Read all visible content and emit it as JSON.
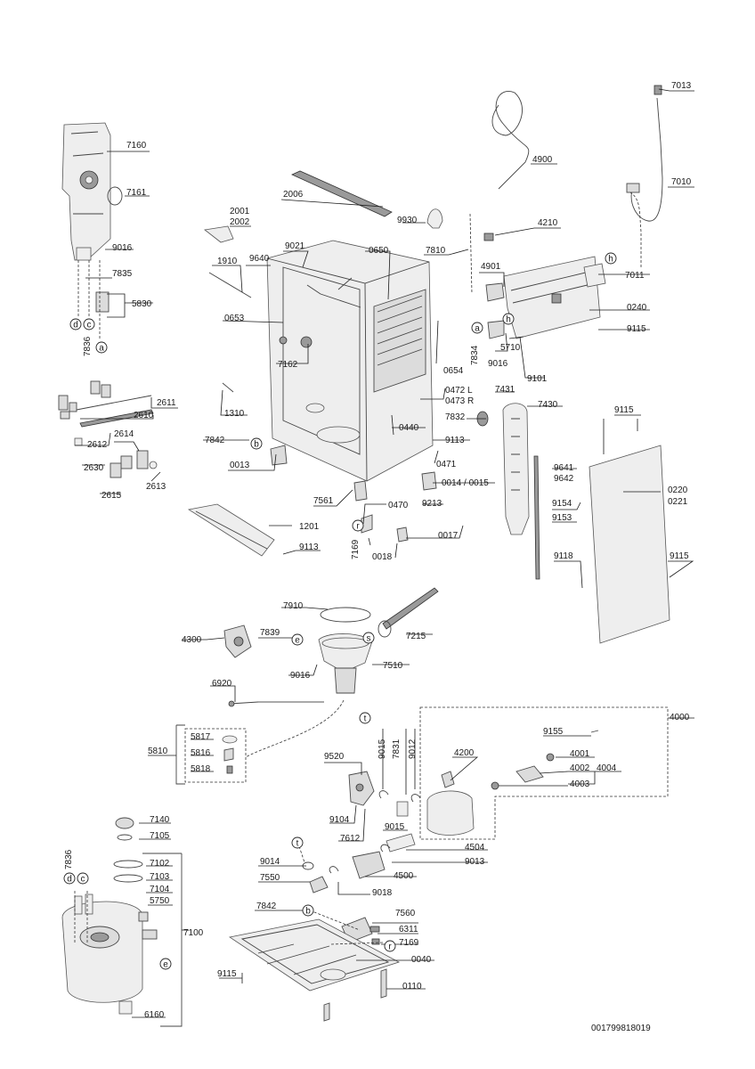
{
  "diagram_id": "001799818019",
  "callouts": {
    "c7013": "7013",
    "c4900": "4900",
    "c7010": "7010",
    "c7160": "7160",
    "c7161": "7161",
    "c2006": "2006",
    "c2001": "2001",
    "c2002": "2002",
    "c9930": "9930",
    "c4210": "4210",
    "c9016a": "9016",
    "c1910": "1910",
    "c9640": "9640",
    "c9021": "9021",
    "c0650": "0650",
    "c7810": "7810",
    "c4901": "4901",
    "c7011": "7011",
    "c7835": "7835",
    "c5830": "5830",
    "c0240": "0240",
    "c0653": "0653",
    "c5710": "5710",
    "c9115a": "9115",
    "c9016b": "9016",
    "c7836a": "7836",
    "c7834": "7834",
    "c7162": "7162",
    "c0654": "0654",
    "c9101": "9101",
    "c0472": "0472 L",
    "c0473": "0473 R",
    "c7431": "7431",
    "c7430": "7430",
    "c1310": "1310",
    "c2611": "2611",
    "c2610": "2610",
    "c7832": "7832",
    "c9115b": "9115",
    "c0440": "0440",
    "c9113a": "9113",
    "c2614": "2614",
    "c7842a": "7842",
    "c2612": "2612",
    "c0013": "0013",
    "c0471": "0471",
    "c9641": "9641",
    "c9642": "9642",
    "c2630": "2630",
    "c2613": "2613",
    "c2615": "2615",
    "c0014": "0014 / 0015",
    "c0220": "0220",
    "c0221": "0221",
    "c7561": "7561",
    "c0470": "0470",
    "c9213": "9213",
    "c9154": "9154",
    "c9153": "9153",
    "c1201": "1201",
    "c0017": "0017",
    "c9113b": "9113",
    "c7169a": "7169",
    "c0018": "0018",
    "c9118": "9118",
    "c9115c": "9115",
    "c7910": "7910",
    "c7839": "7839",
    "c4300": "4300",
    "c7215": "7215",
    "c7510": "7510",
    "c9016c": "9016",
    "c6920": "6920",
    "c4000": "4000",
    "c9155": "9155",
    "c5817": "5817",
    "c5816": "5816",
    "c5810": "5810",
    "c5818": "5818",
    "c9015a": "9015",
    "c7831": "7831",
    "c9012": "9012",
    "c4200": "4200",
    "c4001": "4001",
    "c4002": "4002",
    "c4004": "4004",
    "c4003": "4003",
    "c9520": "9520",
    "c9104": "9104",
    "c9015b": "9015",
    "c7612": "7612",
    "c4504": "4504",
    "c7140": "7140",
    "c7105": "7105",
    "c9014": "9014",
    "c9013": "9013",
    "c7836b": "7836",
    "c7102": "7102",
    "c7103": "7103",
    "c4500": "4500",
    "c7550": "7550",
    "c7104": "7104",
    "c9018": "9018",
    "c5750": "5750",
    "c7842b": "7842",
    "c7560": "7560",
    "c7100": "7100",
    "c6311": "6311",
    "c7169b": "7169",
    "c0040": "0040",
    "c9115d": "9115",
    "c0110": "0110",
    "c6160": "6160"
  },
  "markers": {
    "a": "a",
    "b": "b",
    "c": "c",
    "d": "d",
    "e": "e",
    "h": "h",
    "r": "r",
    "s": "s",
    "t": "t"
  }
}
